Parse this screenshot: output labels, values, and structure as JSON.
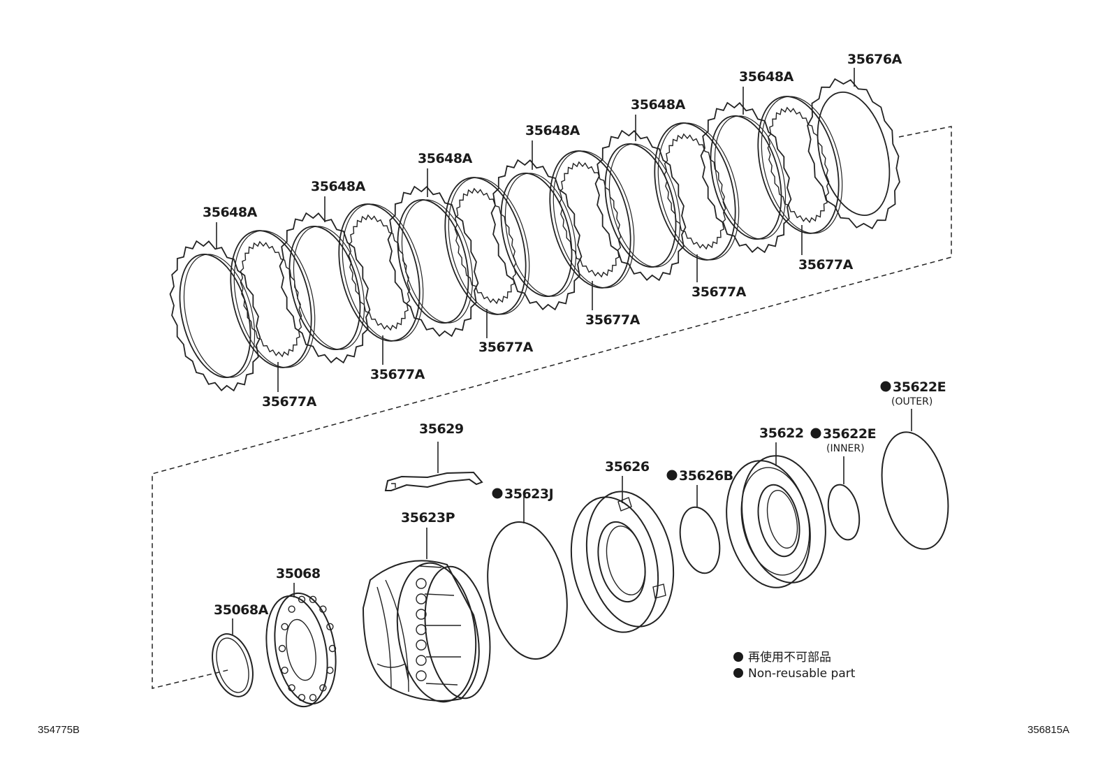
{
  "labels": {
    "p35676A": "35676A",
    "p35648A_1": "35648A",
    "p35648A_2": "35648A",
    "p35648A_3": "35648A",
    "p35648A_4": "35648A",
    "p35648A_5": "35648A",
    "p35648A_6": "35648A",
    "p35677A_1": "35677A",
    "p35677A_2": "35677A",
    "p35677A_3": "35677A",
    "p35677A_4": "35677A",
    "p35677A_5": "35677A",
    "p35677A_6": "35677A",
    "p35629": "35629",
    "p35623J": "35623J",
    "p35623P": "35623P",
    "p35626": "35626",
    "p35626B": "35626B",
    "p35622": "35622",
    "p35622E_inner": "35622E",
    "p35622E_inner_note": "(INNER)",
    "p35622E_outer": "35622E",
    "p35622E_outer_note": "(OUTER)",
    "p35068": "35068",
    "p35068A": "35068A"
  },
  "legend": {
    "japanese": "再使用不可部品",
    "english": "Non-reusable part"
  },
  "codes": {
    "left": "354775B",
    "right": "356815A"
  },
  "colors": {
    "line": "#222222",
    "text": "#1a1a1a",
    "background": "#ffffff"
  }
}
